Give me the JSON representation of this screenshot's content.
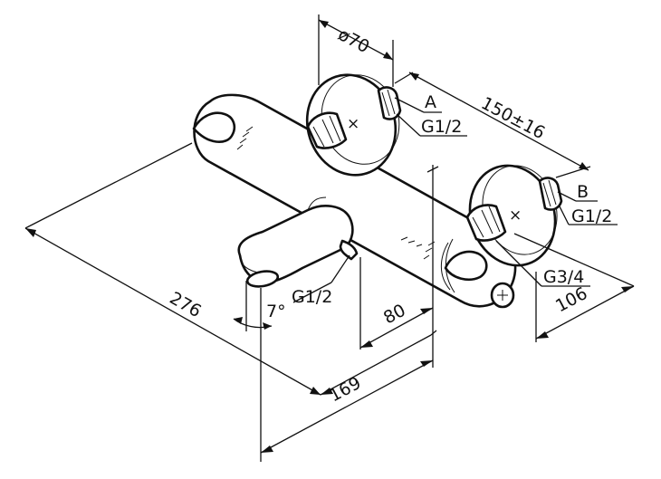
{
  "drawing": {
    "dims": {
      "d276": "276",
      "d7": "7°",
      "d169": "169",
      "d80": "80",
      "d106": "106",
      "d150": "150±16",
      "d70": "ø70"
    },
    "callouts": {
      "A": "A",
      "B": "B",
      "g12_a": "G1/2",
      "g12_b": "G1/2",
      "g12_spout": "G1/2",
      "g34": "G3/4"
    }
  }
}
